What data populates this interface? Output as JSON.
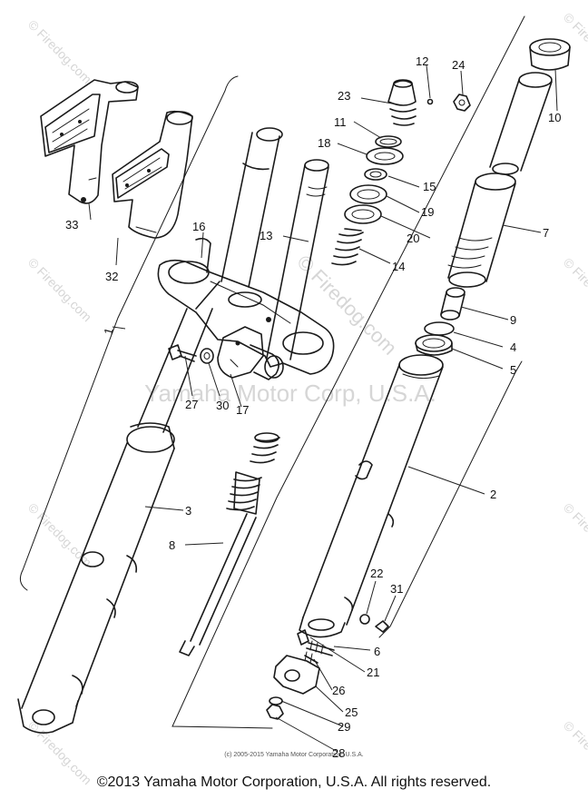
{
  "watermark": {
    "center_text": "Yamaha Motor Corp, U.S.A.",
    "diagonal_text": "© Firedog.com",
    "corner_text": "© Firedog.com"
  },
  "footer": {
    "small_copyright": "(c) 2005-2015 Yamaha Motor Corporation, U.S.A.",
    "copyright": "©2013 Yamaha Motor Corporation, U.S.A. All rights reserved."
  },
  "parts": [
    {
      "id": "1",
      "label": "1"
    },
    {
      "id": "2",
      "label": "2"
    },
    {
      "id": "3",
      "label": "3"
    },
    {
      "id": "4",
      "label": "4"
    },
    {
      "id": "5",
      "label": "5"
    },
    {
      "id": "6",
      "label": "6"
    },
    {
      "id": "7",
      "label": "7"
    },
    {
      "id": "8",
      "label": "8"
    },
    {
      "id": "9",
      "label": "9"
    },
    {
      "id": "10",
      "label": "10"
    },
    {
      "id": "11",
      "label": "11"
    },
    {
      "id": "12",
      "label": "12"
    },
    {
      "id": "13",
      "label": "13"
    },
    {
      "id": "14",
      "label": "14"
    },
    {
      "id": "15",
      "label": "15"
    },
    {
      "id": "16",
      "label": "16"
    },
    {
      "id": "17",
      "label": "17"
    },
    {
      "id": "18",
      "label": "18"
    },
    {
      "id": "19",
      "label": "19"
    },
    {
      "id": "20",
      "label": "20"
    },
    {
      "id": "21",
      "label": "21"
    },
    {
      "id": "22",
      "label": "22"
    },
    {
      "id": "23",
      "label": "23"
    },
    {
      "id": "24",
      "label": "24"
    },
    {
      "id": "25",
      "label": "25"
    },
    {
      "id": "26",
      "label": "26"
    },
    {
      "id": "27",
      "label": "27"
    },
    {
      "id": "28",
      "label": "28"
    },
    {
      "id": "29",
      "label": "29"
    },
    {
      "id": "30",
      "label": "30"
    },
    {
      "id": "31",
      "label": "31"
    },
    {
      "id": "32",
      "label": "32"
    },
    {
      "id": "33",
      "label": "33"
    }
  ]
}
